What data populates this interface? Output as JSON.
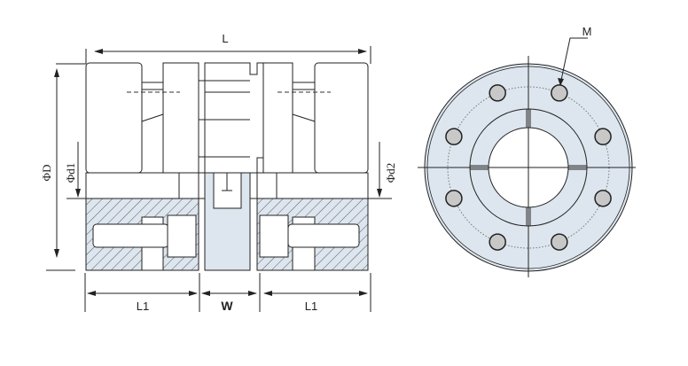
{
  "title": "Coupling dimension drawing",
  "labels": {
    "overall_length": "L",
    "hub_length_left": "L1",
    "spacer_width": "W",
    "hub_length_right": "L1",
    "outer_diameter": "ΦD",
    "bore_d1": "Φd1",
    "bore_d2": "Φd2",
    "screw": "M"
  },
  "colors": {
    "section_fill": "#dde6ee",
    "bolt_fill": "#c8c8c8",
    "line": "#222222"
  },
  "bolt_count": 8
}
